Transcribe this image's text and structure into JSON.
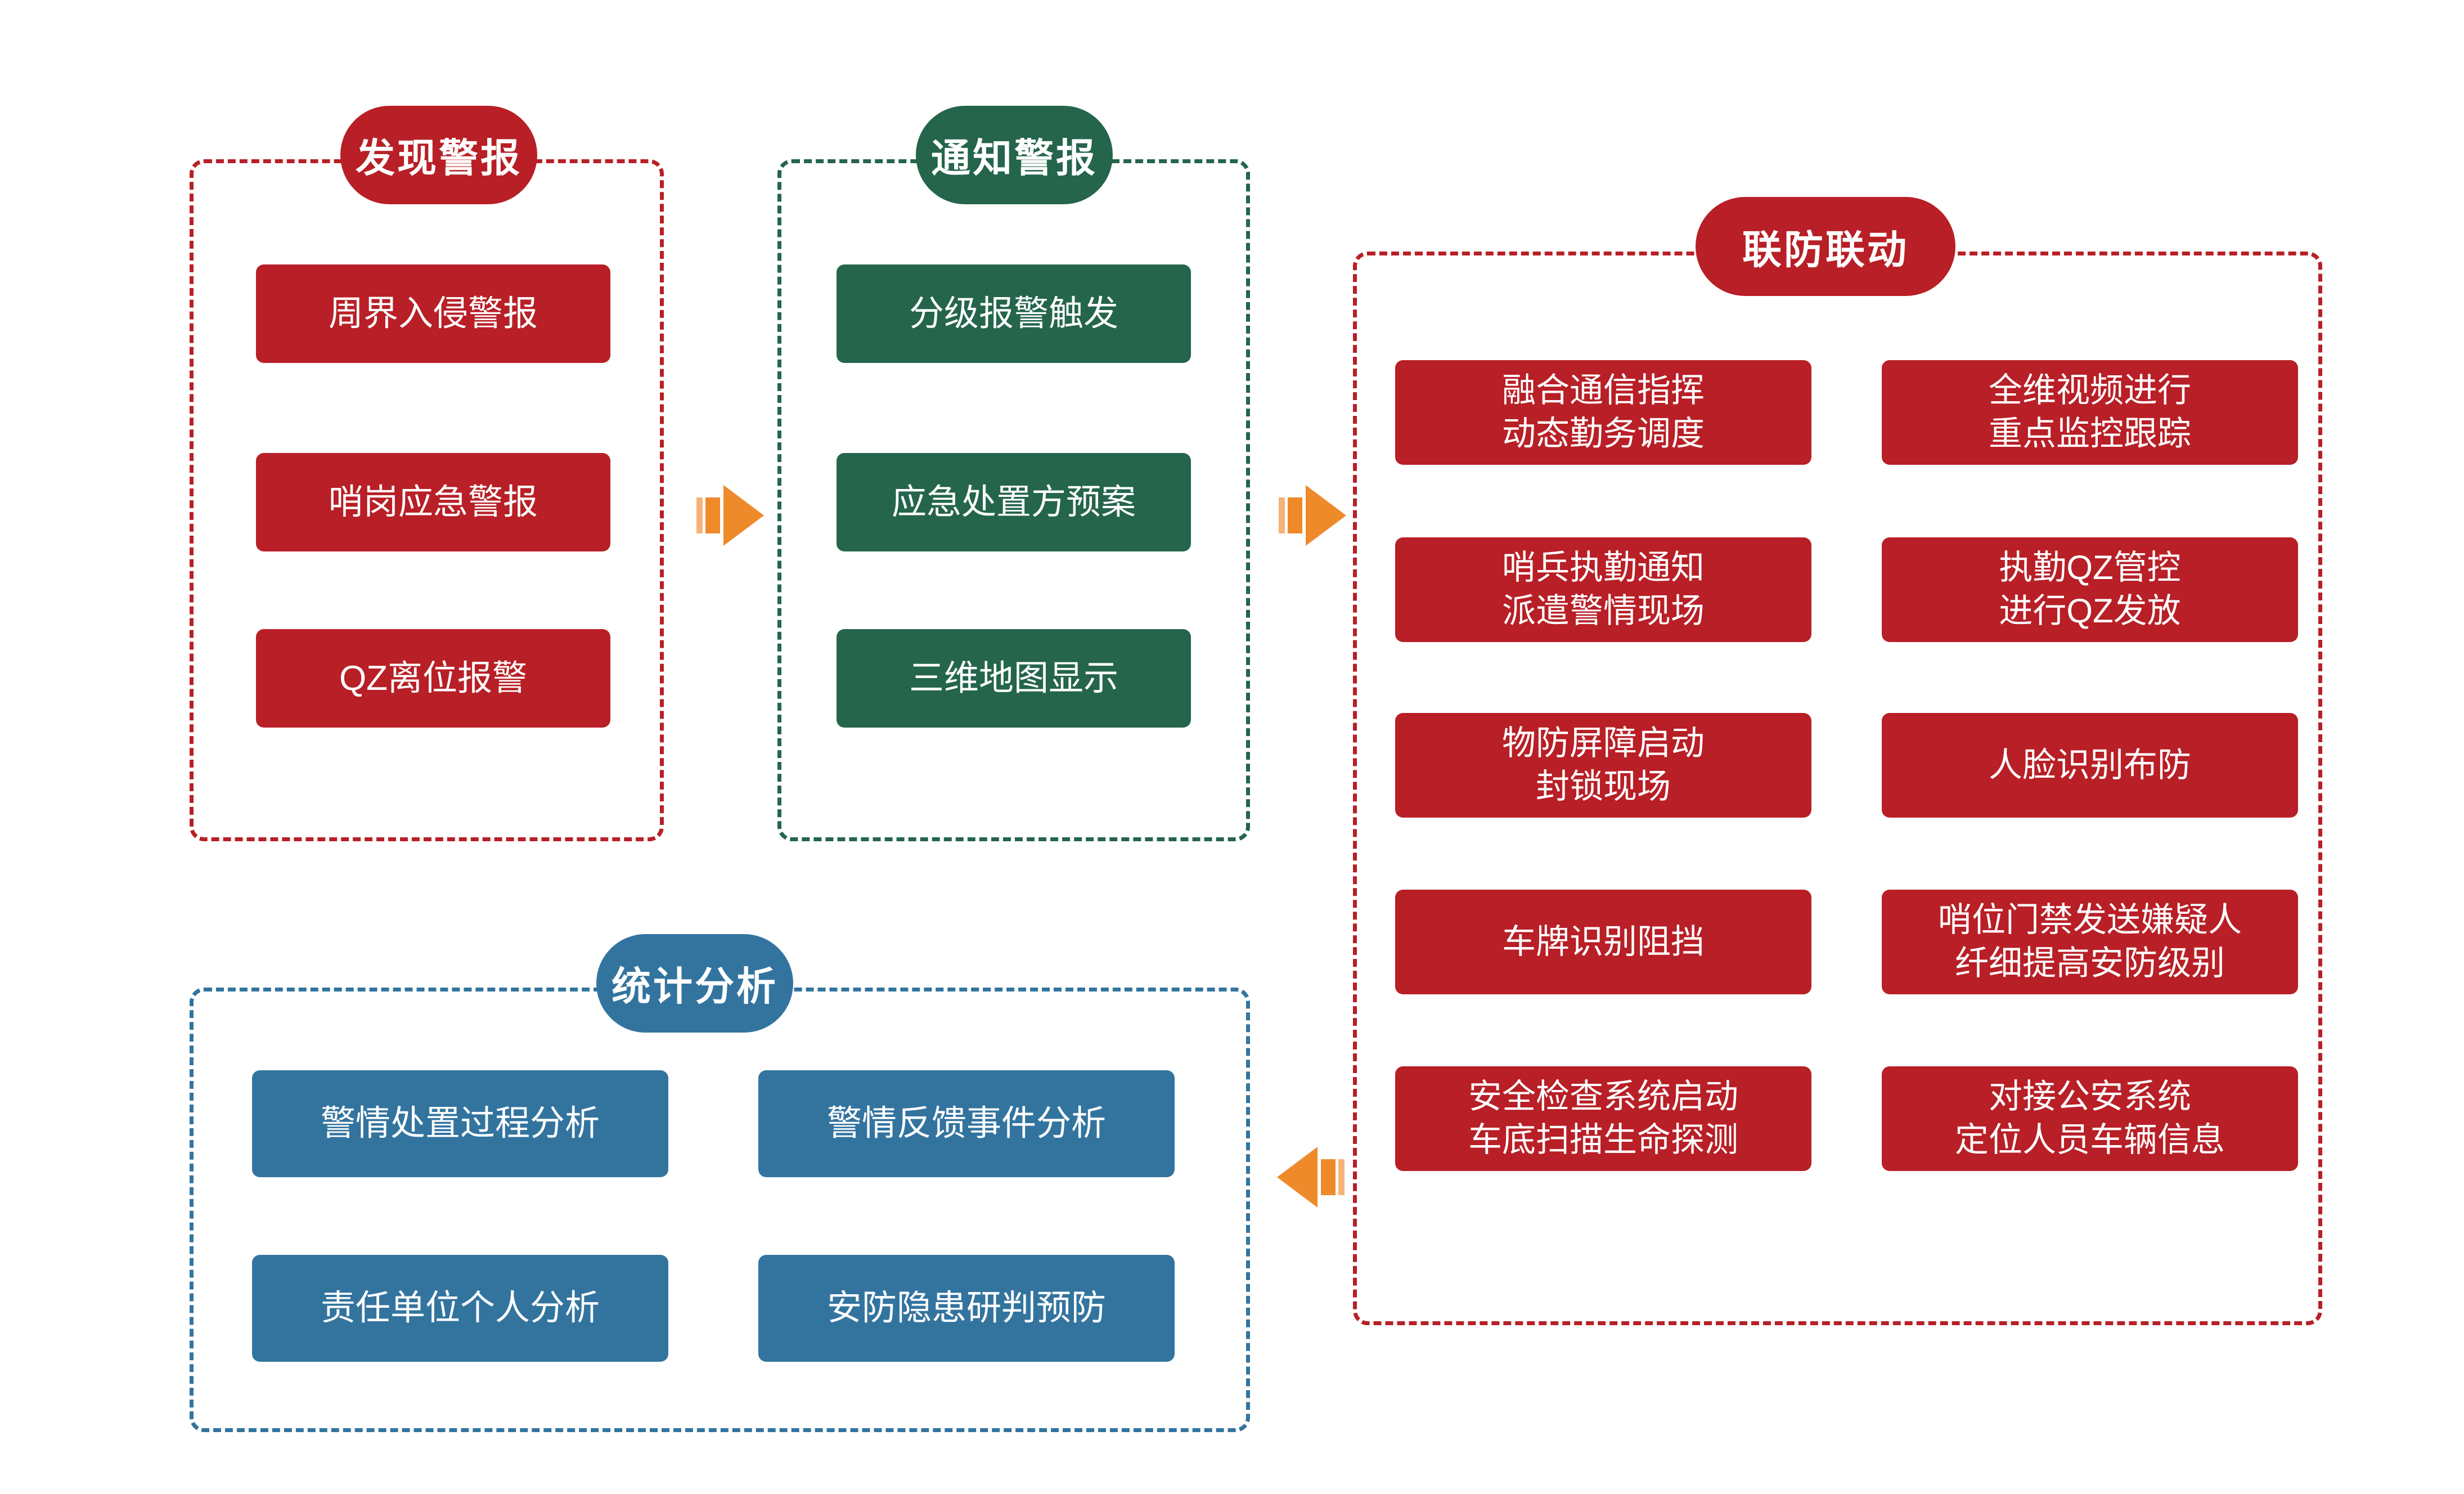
{
  "colors": {
    "red": "#B81F26",
    "green": "#24654C",
    "blue": "#33749F",
    "arrow_orange": "#EF8A2B",
    "arrow_orange_light": "#FBCFA3",
    "background": "#FFFFFF"
  },
  "groups": [
    {
      "id": "discover-alarm",
      "title": "发现警报",
      "color": "red",
      "items": [
        {
          "label": "周界入侵警报"
        },
        {
          "label": "哨岗应急警报"
        },
        {
          "label": "QZ离位报警"
        }
      ]
    },
    {
      "id": "notify-alarm",
      "title": "通知警报",
      "color": "green",
      "items": [
        {
          "label": "分级报警触发"
        },
        {
          "label": "应急处置方预案"
        },
        {
          "label": "三维地图显示"
        }
      ]
    },
    {
      "id": "joint-defense",
      "title": "联防联动",
      "color": "red",
      "items_left": [
        {
          "label": "融合通信指挥\n动态勤务调度"
        },
        {
          "label": "哨兵执勤通知\n派遣警情现场"
        },
        {
          "label": "物防屏障启动\n封锁现场"
        },
        {
          "label": "车牌识别阻挡"
        },
        {
          "label": "安全检查系统启动\n车底扫描生命探测"
        }
      ],
      "items_right": [
        {
          "label": "全维视频进行\n重点监控跟踪"
        },
        {
          "label": "执勤QZ管控\n进行QZ发放"
        },
        {
          "label": "人脸识别布防"
        },
        {
          "label": "哨位门禁发送嫌疑人\n纤细提高安防级别"
        },
        {
          "label": "对接公安系统\n定位人员车辆信息"
        }
      ]
    },
    {
      "id": "statistic-analysis",
      "title": "统计分析",
      "color": "blue",
      "items_left": [
        {
          "label": "警情处置过程分析"
        },
        {
          "label": "责任单位个人分析"
        }
      ],
      "items_right": [
        {
          "label": "警情反馈事件分析"
        },
        {
          "label": "安防隐患研判预防"
        }
      ]
    }
  ],
  "connectors": [
    {
      "id": "discover-to-notify",
      "direction": "right"
    },
    {
      "id": "notify-to-joint",
      "direction": "right"
    },
    {
      "id": "joint-to-statistic",
      "direction": "left"
    }
  ]
}
